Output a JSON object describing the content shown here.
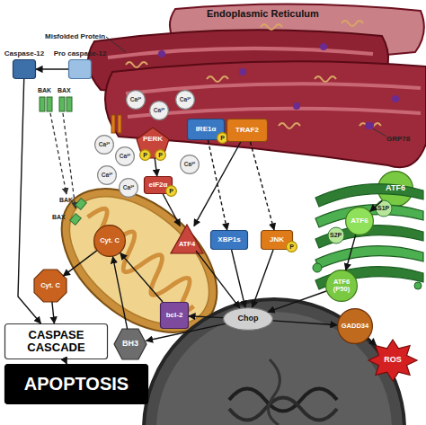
{
  "diagram": {
    "nodes": [
      {
        "text": [
          "Endoplasmic Reticulum"
        ]
      },
      {
        "text": [
          "Caspase-12"
        ]
      },
      {
        "text": [
          "Pro caspase-12"
        ]
      },
      {
        "text": [
          "PERK"
        ]
      },
      {
        "text": [
          "P"
        ],
        "in": 3
      },
      {
        "text": [
          "P"
        ],
        "in": 3
      },
      {
        "text": [
          "IRE1α"
        ]
      },
      {
        "text": [
          "P"
        ],
        "in": 6
      },
      {
        "text": [
          "TRAF2"
        ]
      },
      {
        "text": [
          "ATF6"
        ]
      },
      {
        "text": [
          "Ca²⁺"
        ]
      },
      {
        "text": [
          "Ca²⁺"
        ]
      },
      {
        "text": [
          "Ca²⁺"
        ]
      },
      {
        "text": [
          "Ca²⁺"
        ]
      },
      {
        "text": [
          "Ca²⁺"
        ]
      },
      {
        "text": [
          "Ca²⁺"
        ]
      },
      {
        "text": [
          "Ca²⁺"
        ]
      },
      {
        "text": [
          "Ca²⁺"
        ]
      },
      {
        "text": [
          "eIF2α"
        ]
      },
      {
        "text": [
          "P"
        ],
        "in": 18
      },
      {
        "text": [
          "Golgi"
        ]
      },
      {
        "text": [
          "ATF6"
        ],
        "in": 20
      },
      {
        "text": [
          "Cyt. C"
        ]
      },
      {
        "text": [
          "ATF4"
        ]
      },
      {
        "text": [
          "XBP1s"
        ]
      },
      {
        "text": [
          "JNK"
        ]
      },
      {
        "text": [
          "P"
        ],
        "in": 25
      },
      {
        "text": [
          "Cyt. C"
        ]
      },
      {
        "text": [
          "ATF6 (P50)"
        ]
      },
      {
        "text": [
          "bcl-2"
        ]
      },
      {
        "text": [
          "GADD34"
        ]
      },
      {
        "text": [
          "Chop"
        ]
      },
      {
        "text": [
          "CASPASE CASCADE"
        ]
      },
      {
        "text": [
          "BH3"
        ]
      },
      {
        "text": [
          "ROS"
        ]
      },
      {
        "text": [
          "APOPTOSIS"
        ]
      }
    ],
    "edges": [
      {
        "from": 2,
        "to": 1,
        "arrow": "to"
      },
      {
        "from": 1,
        "to": 32,
        "arrow": "to"
      },
      {
        "from": 3,
        "to": 18,
        "arrow": "to"
      },
      {
        "from": 18,
        "to": 23,
        "arrow": "to"
      },
      {
        "from": 6,
        "to": 24,
        "arrow": "to"
      },
      {
        "from": 8,
        "to": 25,
        "arrow": "to"
      },
      {
        "from": 8,
        "to": 23,
        "arrow": "to"
      },
      {
        "from": 9,
        "to": 21,
        "arrow": "to"
      },
      {
        "from": 21,
        "to": 28,
        "arrow": "to"
      },
      {
        "from": 23,
        "to": 31,
        "arrow": "to"
      },
      {
        "from": 24,
        "to": 31,
        "arrow": "to"
      },
      {
        "from": 25,
        "to": 31,
        "arrow": "to"
      },
      {
        "from": 28,
        "to": 31,
        "arrow": "to"
      },
      {
        "from": 31,
        "to": 30,
        "arrow": "to"
      },
      {
        "from": 30,
        "to": 34,
        "arrow": "to"
      },
      {
        "from": 31,
        "to": 33,
        "arrow": "to"
      },
      {
        "from": 31,
        "to": 29,
        "arrow": "to"
      },
      {
        "from": 33,
        "to": 22,
        "arrow": "to"
      },
      {
        "from": 29,
        "to": 22,
        "arrow": "to"
      },
      {
        "from": 22,
        "to": 27,
        "arrow": "to"
      },
      {
        "from": 27,
        "to": 32,
        "arrow": "to"
      },
      {
        "from": 32,
        "to": 35,
        "arrow": "to"
      }
    ],
    "labels": [
      "Misfolded Protein",
      "BAK",
      "BAX",
      "BAK",
      "BAX",
      "GRP78",
      "S1P",
      "S2P"
    ]
  }
}
